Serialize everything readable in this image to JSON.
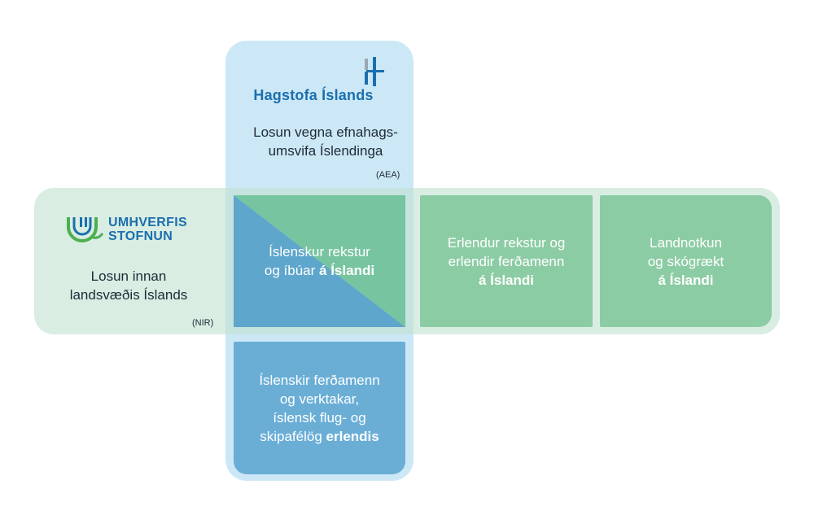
{
  "statistics_iceland": {
    "logo_icon": "hagstofa-logo-icon",
    "name": "Hagstofa Íslands",
    "description_line1": "Losun vegna efnahags-",
    "description_line2": "umsvifa Íslendinga",
    "code": "(AEA)"
  },
  "environment_agency": {
    "logo_icon": "umhverfisstofnun-logo-icon",
    "name_line1": "UMHVERFIS",
    "name_line2": "STOFNUN",
    "description_line1": "Losun innan",
    "description_line2": "landsvæðis Íslands",
    "code": "(NIR)"
  },
  "cells": {
    "icelandic_in_iceland": {
      "line1": "Íslenskur rekstur",
      "line2_plain": "og íbúar ",
      "line2_bold": "á Íslandi"
    },
    "foreign_in_iceland": {
      "line1": "Erlendur rekstur og",
      "line2": "erlendir ferðamenn",
      "line3_bold": "á Íslandi"
    },
    "land_use": {
      "line1": "Landnotkun",
      "line2": "og skógrækt",
      "line3_bold": "á Íslandi"
    },
    "icelandic_abroad": {
      "line1": "Íslenskir ferðamenn",
      "line2": "og verktakar,",
      "line3": "íslensk flug- og",
      "line4_plain": "skipafélög ",
      "line4_bold": "erlendis"
    }
  },
  "colors": {
    "aea_band": "#a3d6ee",
    "nir_band": "#bfe1d0",
    "green_cell": "#8ccca4",
    "blue_cell": "#6aaed6",
    "overlap_green": "#77c4a0",
    "overlap_blue": "#5ea6cb",
    "logo_blue": "#1b6fae",
    "logo_green": "#4caf50"
  }
}
